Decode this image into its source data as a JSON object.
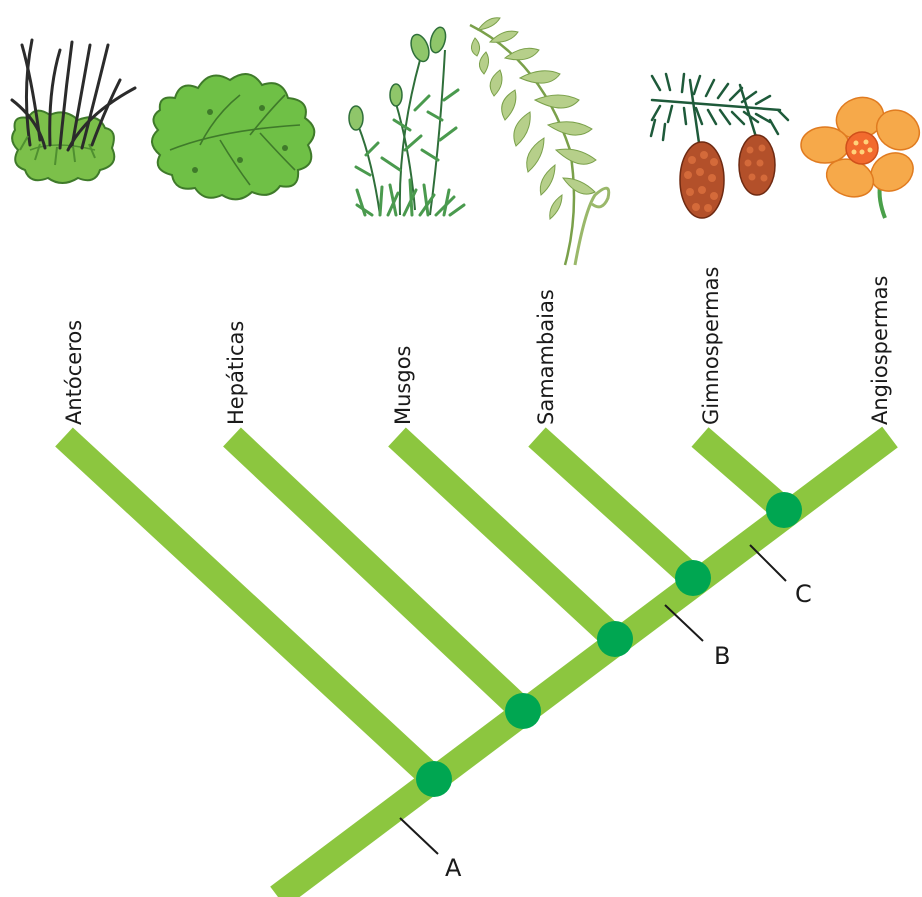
{
  "diagram": {
    "taxa": [
      {
        "id": "antoceros",
        "label": "Antóceros",
        "icon": "hornwort-icon"
      },
      {
        "id": "hepaticas",
        "label": "Hepáticas",
        "icon": "liverwort-icon"
      },
      {
        "id": "musgos",
        "label": "Musgos",
        "icon": "moss-icon"
      },
      {
        "id": "samambaias",
        "label": "Samambaias",
        "icon": "fern-icon"
      },
      {
        "id": "gimnospermas",
        "label": "Gimnospermas",
        "icon": "pine-cone-icon"
      },
      {
        "id": "angiospermas",
        "label": "Angiospermas",
        "icon": "flower-icon"
      }
    ],
    "markers": [
      {
        "id": "A",
        "label": "A"
      },
      {
        "id": "B",
        "label": "B"
      },
      {
        "id": "C",
        "label": "C"
      }
    ],
    "colors": {
      "branch": "#8cc63f",
      "node": "#00a651",
      "text": "#1a1a1a"
    }
  }
}
